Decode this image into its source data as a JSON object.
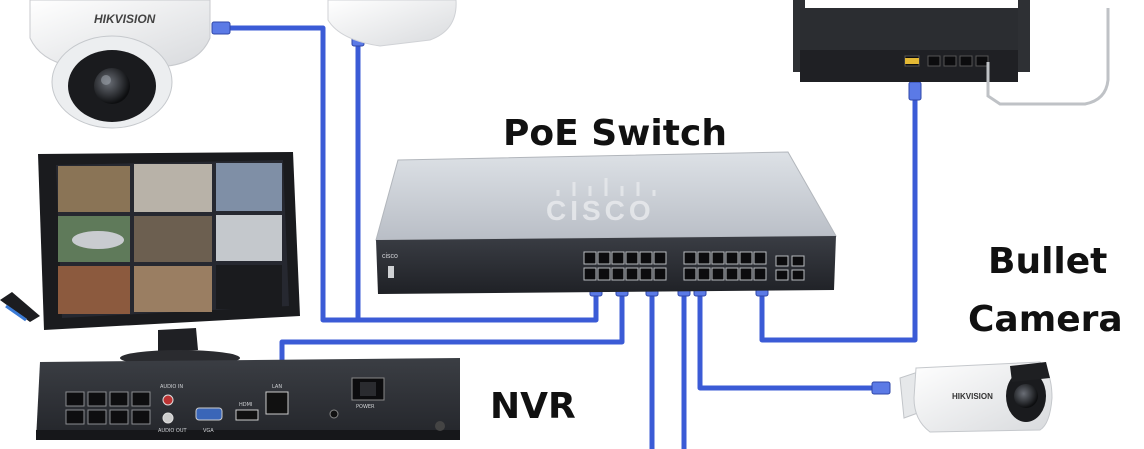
{
  "labels": {
    "poe_switch": "PoE Switch",
    "bullet": "Bullet",
    "camera": "Camera",
    "nvr": "NVR"
  },
  "brands": {
    "dome_camera": "HIKVISION",
    "switch": "CISCO",
    "switch_small": "cisco",
    "bullet_camera": "HIKVISION"
  },
  "nvr_port_labels": {
    "audio_in": "AUDIO IN",
    "audio_out": "AUDIO OUT",
    "vga": "VGA",
    "hdmi": "HDMI",
    "lan": "LAN",
    "power": "POWER"
  },
  "colors": {
    "cable": "#3b5bd6",
    "device_dark": "#2b2d31",
    "switch_body": "#cfd3d8",
    "label_text": "#111111"
  }
}
